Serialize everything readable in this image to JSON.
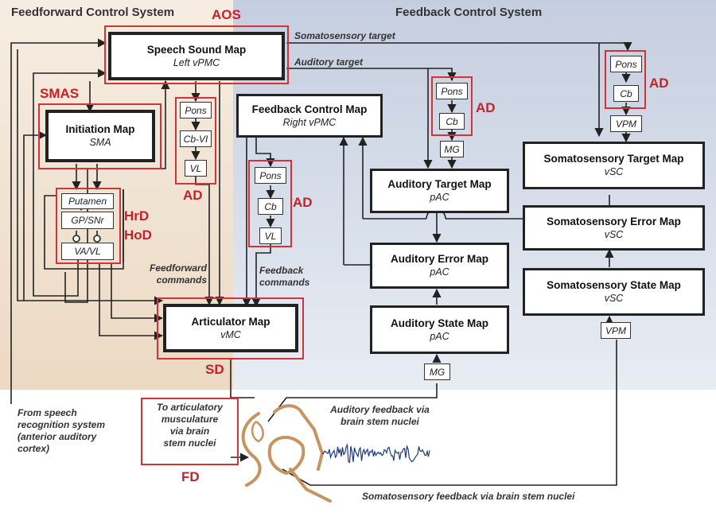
{
  "systems": {
    "feedforward": "Feedforward Control System",
    "feedback": "Feedback Control System"
  },
  "maps": {
    "speech_sound": {
      "name": "Speech Sound Map",
      "loc": "Left vPMC"
    },
    "initiation": {
      "name": "Initiation Map",
      "loc": "SMA"
    },
    "feedback_control": {
      "name": "Feedback Control Map",
      "loc": "Right vPMC"
    },
    "articulator": {
      "name": "Articulator Map",
      "loc": "vMC"
    },
    "auditory_target": {
      "name": "Auditory Target Map",
      "loc": "pAC"
    },
    "auditory_error": {
      "name": "Auditory Error Map",
      "loc": "pAC"
    },
    "auditory_state": {
      "name": "Auditory State Map",
      "loc": "pAC"
    },
    "somato_target": {
      "name": "Somatosensory Target Map",
      "loc": "vSC"
    },
    "somato_error": {
      "name": "Somatosensory Error Map",
      "loc": "vSC"
    },
    "somato_state": {
      "name": "Somatosensory State Map",
      "loc": "vSC"
    }
  },
  "small": {
    "pons": "Pons",
    "cbvi": "Cb-VI",
    "vl": "VL",
    "cb": "Cb",
    "mg": "MG",
    "vpm": "VPM",
    "putamen": "Putamen",
    "gpsnr": "GP/SNr",
    "vavl": "VA/VL"
  },
  "disorders": {
    "aos": "AOS",
    "smas": "SMAS",
    "ad": "AD",
    "hrd": "HrD",
    "hod": "HoD",
    "sd": "SD",
    "fd": "FD"
  },
  "labels": {
    "somato_target": "Somatosensory target",
    "auditory_target": "Auditory target",
    "ff_commands": "Feedforward\ncommands",
    "fb_commands": "Feedback\ncommands",
    "from_speech": "From speech\nrecognition system\n(anterior auditory\ncortex)",
    "to_artic": "To articulatory\nmusculature\nvia brain\nstem nuclei",
    "aud_feedback": "Auditory feedback via\nbrain stem nuclei",
    "somato_feedback": "Somatosensory feedback via brain stem nuclei"
  },
  "colors": {
    "disorder_red": "#d13438",
    "ff_bg": "#ecd9c3",
    "fb_bg": "#c5cee0"
  }
}
